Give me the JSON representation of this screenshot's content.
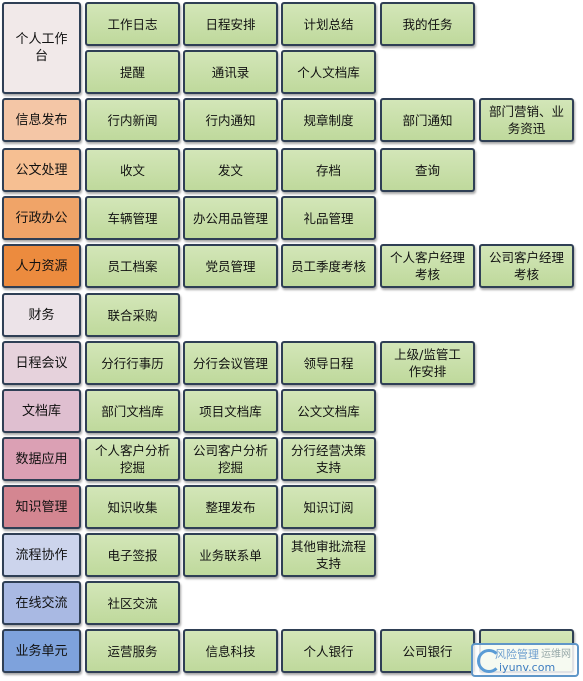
{
  "rows": [
    {
      "category": "个人工作\n台",
      "cat_color": "#f1e9e9",
      "items": [
        "工作日志",
        "日程安排",
        "计划总结",
        "我的任务"
      ]
    },
    {
      "category": "",
      "cat_color": "",
      "items": [
        "提醒",
        "通讯录",
        "个人文档库"
      ]
    },
    {
      "category": "信息发布",
      "cat_color": "#f4c6a6",
      "items": [
        "行内新闻",
        "行内通知",
        "规章制度",
        "部门通知",
        "部门营销、业\n务资迅"
      ]
    },
    {
      "category": "公文处理",
      "cat_color": "#f6bf92",
      "items": [
        "收文",
        "发文",
        "存档",
        "查询"
      ]
    },
    {
      "category": "行政办公",
      "cat_color": "#f0a468",
      "items": [
        "车辆管理",
        "办公用品管理",
        "礼品管理"
      ]
    },
    {
      "category": "人力资源",
      "cat_color": "#ec8b3e",
      "items": [
        "员工档案",
        "党员管理",
        "员工季度考核",
        "个人客户经理\n考核",
        "公司客户经理\n考核"
      ]
    },
    {
      "category": "财务",
      "cat_color": "#ece3e8",
      "items": [
        "联合采购"
      ]
    },
    {
      "category": "日程会议",
      "cat_color": "#e6d2dc",
      "items": [
        "分行行事历",
        "分行会议管理",
        "领导日程",
        "上级/监管工\n作安排"
      ]
    },
    {
      "category": "文档库",
      "cat_color": "#dfbfd0",
      "items": [
        "部门文档库",
        "项目文档库",
        "公文文档库"
      ]
    },
    {
      "category": "数据应用",
      "cat_color": "#dba0b4",
      "items": [
        "个人客户分析\n挖掘",
        "公司客户分析\n挖掘",
        "分行经营决策\n支持"
      ]
    },
    {
      "category": "知识管理",
      "cat_color": "#d48691",
      "items": [
        "知识收集",
        "整理发布",
        "知识订阅"
      ]
    },
    {
      "category": "流程协作",
      "cat_color": "#ccd4ec",
      "items": [
        "电子签报",
        "业务联系单",
        "其他审批流程\n支持"
      ]
    },
    {
      "category": "在线交流",
      "cat_color": "#a9b9e3",
      "items": [
        "社区交流"
      ]
    },
    {
      "category": "业务单元",
      "cat_color": "#7ea2dc",
      "items": [
        "运营服务",
        "信息科技",
        "个人银行",
        "公司银行",
        ""
      ]
    }
  ],
  "watermark": {
    "line1": "风险管理",
    "line2": "运维网",
    "line3": "iyunv.com"
  }
}
